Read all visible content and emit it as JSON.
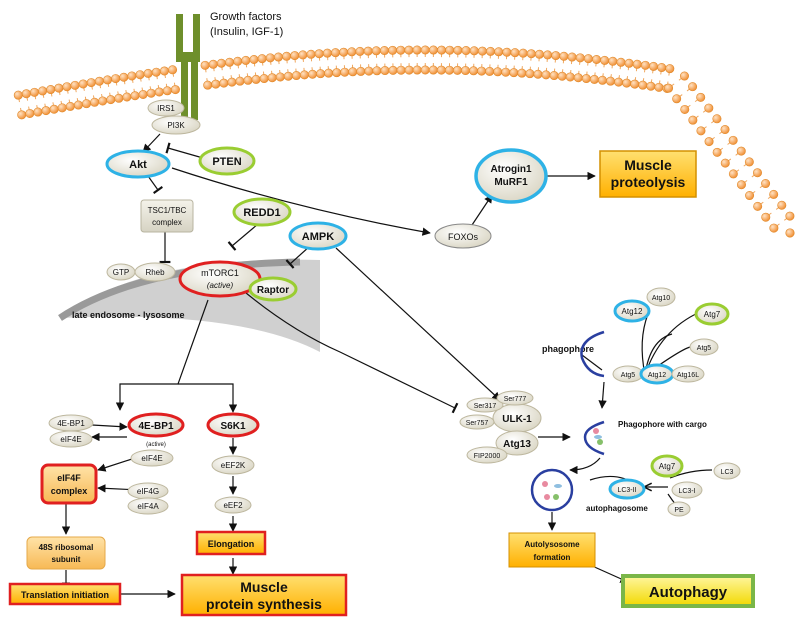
{
  "labels": {
    "growth_factors": "Growth factors",
    "growth_factors_sub": "(Insulin, IGF-1)",
    "irs1": "IRS1",
    "pi3k": "PI3K",
    "akt": "Akt",
    "pten": "PTEN",
    "tsc_line1": "TSC1/TBC",
    "tsc_line2": "complex",
    "redd1": "REDD1",
    "ampk": "AMPK",
    "gtp": "GTP",
    "rheb": "Rheb",
    "mtorc1": "mTORC1",
    "mtorc1_state": "(active)",
    "raptor": "Raptor",
    "endosome": "late endosome - lysosome",
    "foxos": "FOXOs",
    "atrogin1": "Atrogin1",
    "murf1": "MuRF1",
    "muscle_proteolysis_1": "Muscle",
    "muscle_proteolysis_2": "proteolysis",
    "bp1_a": "4E-BP1",
    "eif4e_a": "eIF4E",
    "bp1_b": "4E-BP1",
    "bp1_b_state": "(active)",
    "eif4e_b": "eIF4E",
    "eif4f_1": "eIF4F",
    "eif4f_2": "complex",
    "eif4g": "eIF4G",
    "eif4a": "eIF4A",
    "ribo_1": "48S ribosomal",
    "ribo_2": "subunit",
    "translation": "Translation initiation",
    "s6k1": "S6K1",
    "eef2k": "eEF2K",
    "eef2": "eEF2",
    "elongation": "Elongation",
    "mps_1": "Muscle",
    "mps_2": "protein synthesis",
    "ser317": "Ser317",
    "ser777": "Ser777",
    "ser757": "Ser757",
    "ulk1": "ULK-1",
    "atg13": "Atg13",
    "fip200": "FIP2000",
    "phagophore": "phagophore",
    "atg10": "Atg10",
    "atg12_a": "Atg12",
    "atg7_a": "Atg7",
    "atg5_a": "Atg5",
    "atg5_b": "Atg5",
    "atg12_b": "Atg12",
    "atg16l": "Atg16L",
    "phago_cargo": "Phagophore with cargo",
    "atg7_b": "Atg7",
    "lc3": "LC3",
    "lc3_i": "LC3-I",
    "lc3_ii": "LC3-II",
    "pe": "PE",
    "autophagosome": "autophagosome",
    "autolyso_1": "Autolysosome",
    "autolyso_2": "formation",
    "autophagy": "Autophagy"
  },
  "colors": {
    "membrane": "#f59a3c",
    "receptor": "#6b8e23",
    "green_ring": "#9acd32",
    "blue_ring": "#2eb2e6",
    "red_ring": "#e02020",
    "node_fill": "#f2efe2",
    "box_orange": "#ffc000",
    "box_red": "#e02020",
    "autophagy_green": "#7ab648"
  }
}
